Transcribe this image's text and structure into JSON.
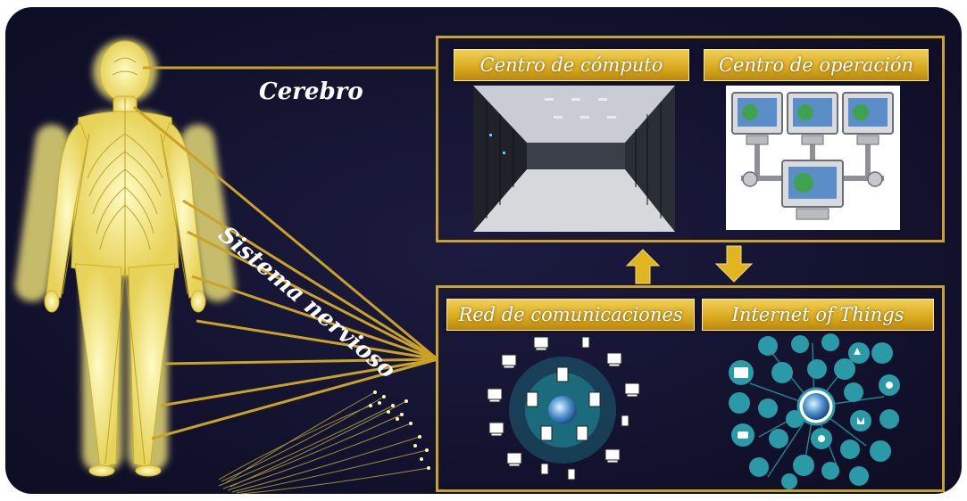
{
  "labels": {
    "cerebro": "Cerebro",
    "sistema_nervioso": "Sistema nervioso"
  },
  "top_panel": {
    "left_label": "Centro de cómputo",
    "right_label": "Centro de operación"
  },
  "bottom_panel": {
    "left_label": "Red de comunicaciones",
    "right_label": "Internet of Things"
  },
  "colors": {
    "background": "#141430",
    "gold": "#c9a227",
    "body_glow": "#f4ec8a",
    "network_teal": "#1f8f9c"
  },
  "icons": [
    "human-nervous-system-figure",
    "fiber-optic-bundle",
    "server-room-photo",
    "monitor-network-diagram",
    "communications-network",
    "iot-icon-cloud"
  ]
}
